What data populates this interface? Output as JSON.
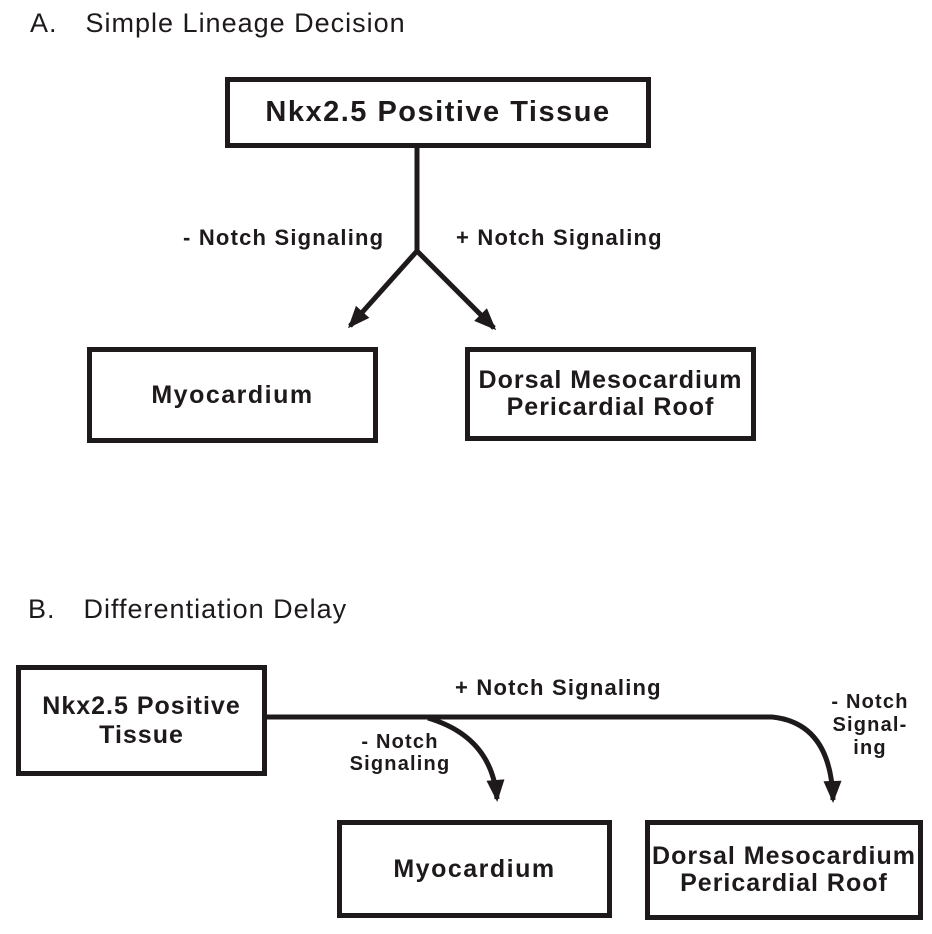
{
  "colors": {
    "ink": "#1e1a1b",
    "paper": "#ffffff"
  },
  "panel_a": {
    "label": "A.",
    "title": "Simple Lineage Decision",
    "root_box": "Nkx2.5 Positive Tissue",
    "branch_left_label": "- Notch Signaling",
    "branch_right_label": "+ Notch Signaling",
    "left_box": "Myocardium",
    "right_box_line1": "Dorsal Mesocardium",
    "right_box_line2": "Pericardial Roof"
  },
  "panel_b": {
    "label": "B.",
    "title": "Differentiation Delay",
    "root_box_line1": "Nkx2.5 Positive",
    "root_box_line2": "Tissue",
    "top_label": "+ Notch Signaling",
    "left_label_line1": "- Notch",
    "left_label_line2": "Signaling",
    "right_label_line1": "- Notch",
    "right_label_line2": "Signal-",
    "right_label_line3": "ing",
    "left_box": "Myocardium",
    "right_box_line1": "Dorsal Mesocardium",
    "right_box_line2": "Pericardial Roof"
  }
}
